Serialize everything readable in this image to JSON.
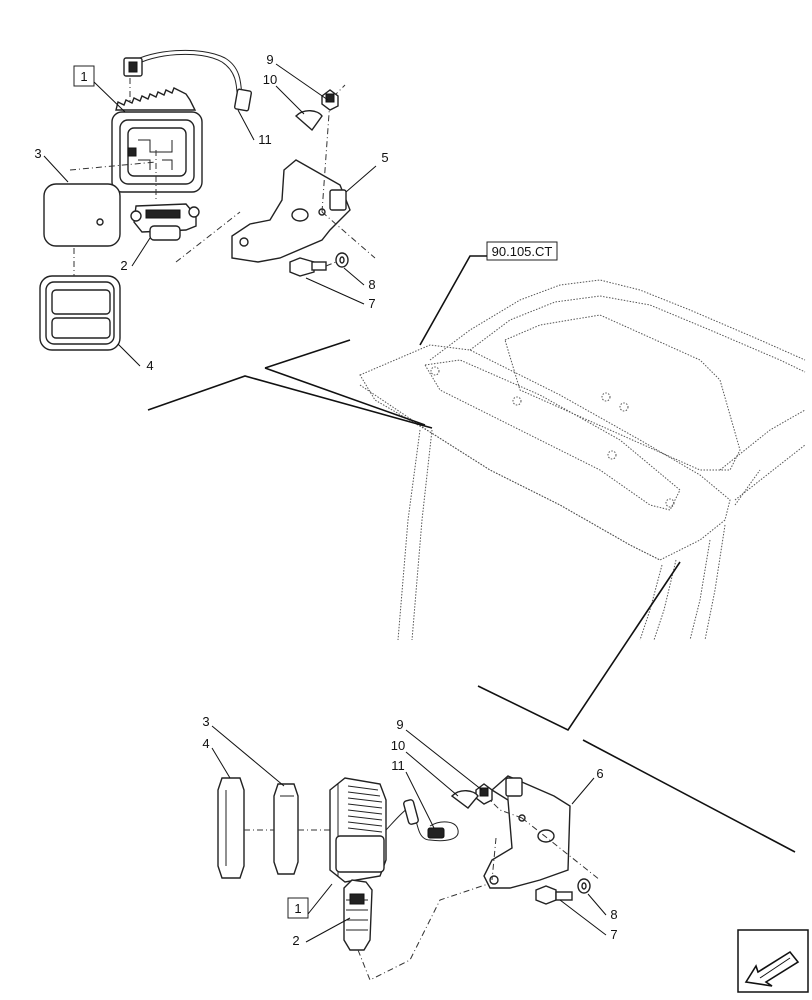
{
  "labels": {
    "ref_box_top": "1",
    "ref_box_bottom": "1",
    "ref_section": "90.105.CT",
    "top": {
      "n2": "2",
      "n3": "3",
      "n4": "4",
      "n5": "5",
      "n7": "7",
      "n8": "8",
      "n9": "9",
      "n10": "10",
      "n11": "11"
    },
    "bottom": {
      "n2": "2",
      "n3": "3",
      "n4": "4",
      "n6": "6",
      "n7": "7",
      "n8": "8",
      "n9": "9",
      "n10": "10",
      "n11": "11"
    }
  },
  "icons": {
    "nav": "next-page-arrow-icon"
  }
}
